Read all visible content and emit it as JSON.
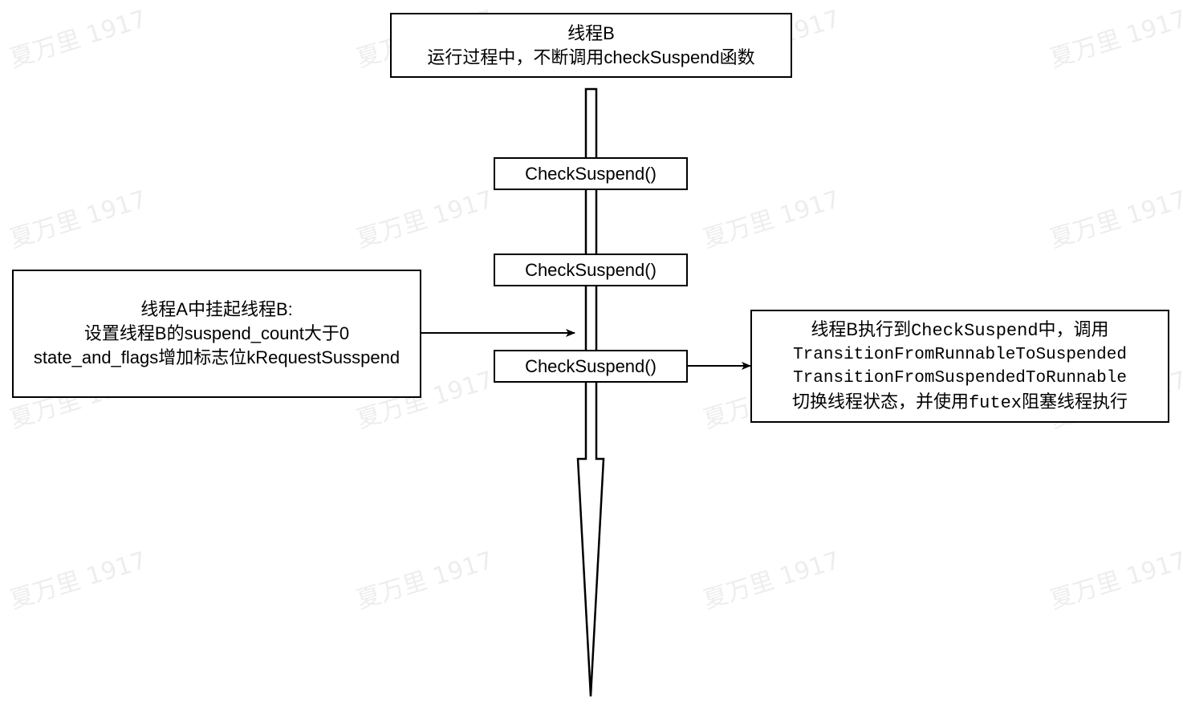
{
  "watermark": "夏万里 1917",
  "thread_b_box": {
    "line1": "线程B",
    "line2": "运行过程中，不断调用checkSuspend函数"
  },
  "check_calls": [
    "CheckSuspend()",
    "CheckSuspend()",
    "CheckSuspend()"
  ],
  "thread_a_box": {
    "line1": "线程A中挂起线程B:",
    "line2": "设置线程B的suspend_count大于0",
    "line3": "state_and_flags增加标志位kRequestSusspend"
  },
  "transition_box": {
    "line1_prefix": "线程B执行到",
    "line1_code": "CheckSuspend",
    "line1_suffix": "中，调用",
    "line2": "TransitionFromRunnableToSuspended",
    "line3": "TransitionFromSuspendedToRunnable",
    "line4_prefix": "切换线程状态，并使用",
    "line4_code": "futex",
    "line4_suffix": "阻塞线程执行"
  }
}
